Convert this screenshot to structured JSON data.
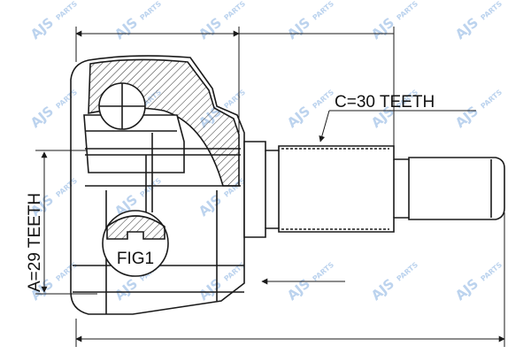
{
  "labels": {
    "c_teeth": "C=30 TEETH",
    "a_teeth": "A=29 TEETH",
    "fig": "FIG1"
  },
  "watermark": {
    "brand": "AJS",
    "suffix": "PARTS",
    "color": "#bcd3ee"
  },
  "colors": {
    "line": "#1a1a1a",
    "hatch": "#333333"
  }
}
